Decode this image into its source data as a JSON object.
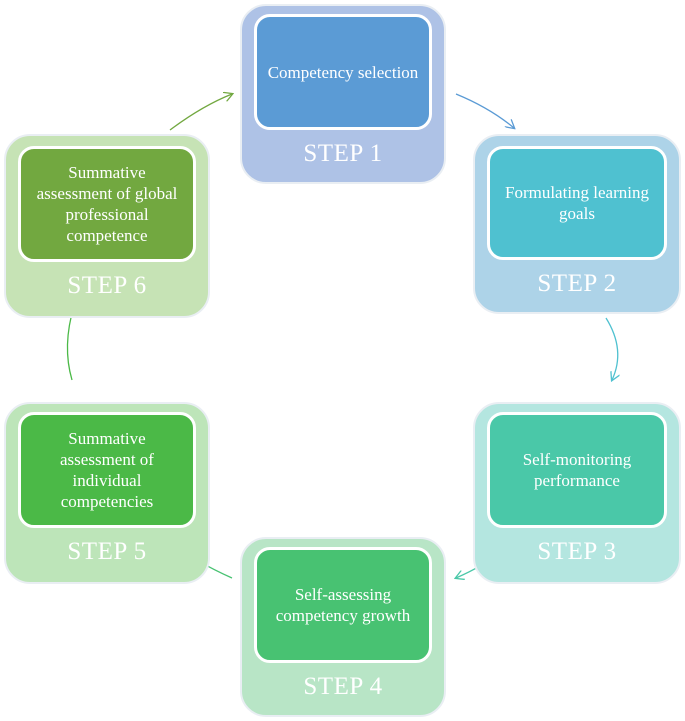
{
  "steps": [
    {
      "label": "STEP 1",
      "text": "Competency selection",
      "outer_color": "#aec2e6",
      "inner_color": "#5b9bd5"
    },
    {
      "label": "STEP 2",
      "text": "Formulating learning goals",
      "outer_color": "#add3e8",
      "inner_color": "#4fc1d0"
    },
    {
      "label": "STEP 3",
      "text": "Self-monitoring performance",
      "outer_color": "#b4e6e0",
      "inner_color": "#4ac8a8"
    },
    {
      "label": "STEP 4",
      "text": "Self-assessing competency growth",
      "outer_color": "#b8e5c6",
      "inner_color": "#48c272"
    },
    {
      "label": "STEP 5",
      "text": "Summative assessment of individual competencies",
      "outer_color": "#bde5b9",
      "inner_color": "#4bb947"
    },
    {
      "label": "STEP 6",
      "text": "Summative assessment of global professional competence",
      "outer_color": "#c6e3b5",
      "inner_color": "#72a840"
    }
  ],
  "arrow_colors": [
    "#5b9bd5",
    "#4fc1d0",
    "#4ac8a8",
    "#48c272",
    "#4bb947",
    "#72a840"
  ]
}
